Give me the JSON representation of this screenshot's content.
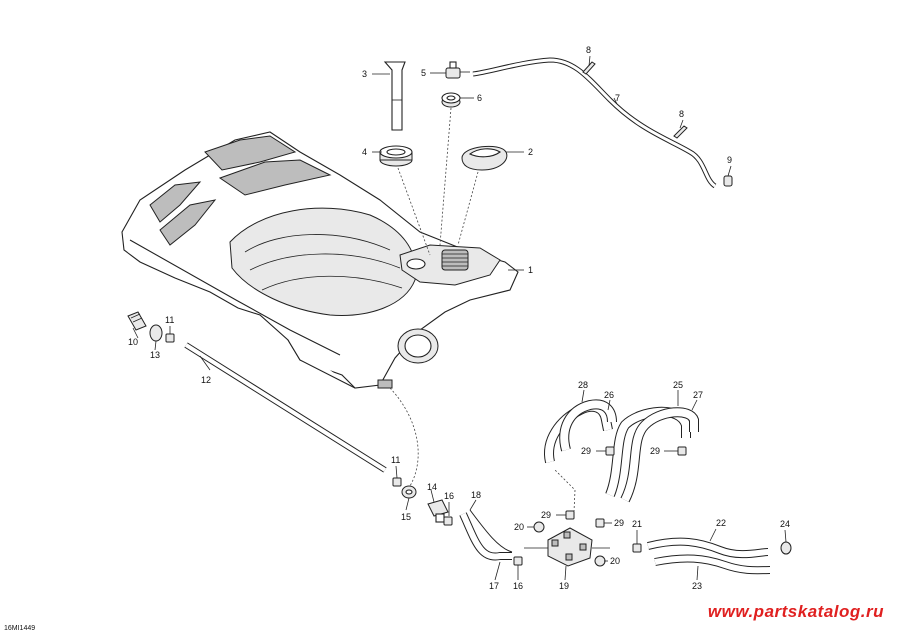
{
  "diagram": {
    "ref_code": "16MI1449",
    "watermark": "www.partskatalog.ru",
    "callouts": [
      {
        "id": "c1",
        "label": "1"
      },
      {
        "id": "c2",
        "label": "2"
      },
      {
        "id": "c3",
        "label": "3"
      },
      {
        "id": "c4",
        "label": "4"
      },
      {
        "id": "c5",
        "label": "5"
      },
      {
        "id": "c6",
        "label": "6"
      },
      {
        "id": "c7",
        "label": "7"
      },
      {
        "id": "c8a",
        "label": "8"
      },
      {
        "id": "c8b",
        "label": "8"
      },
      {
        "id": "c9",
        "label": "9"
      },
      {
        "id": "c10",
        "label": "10"
      },
      {
        "id": "c11a",
        "label": "11"
      },
      {
        "id": "c11b",
        "label": "11"
      },
      {
        "id": "c12",
        "label": "12"
      },
      {
        "id": "c13",
        "label": "13"
      },
      {
        "id": "c14",
        "label": "14"
      },
      {
        "id": "c15",
        "label": "15"
      },
      {
        "id": "c16a",
        "label": "16"
      },
      {
        "id": "c16b",
        "label": "16"
      },
      {
        "id": "c17",
        "label": "17"
      },
      {
        "id": "c18",
        "label": "18"
      },
      {
        "id": "c19",
        "label": "19"
      },
      {
        "id": "c20a",
        "label": "20"
      },
      {
        "id": "c20b",
        "label": "20"
      },
      {
        "id": "c21",
        "label": "21"
      },
      {
        "id": "c22",
        "label": "22"
      },
      {
        "id": "c23",
        "label": "23"
      },
      {
        "id": "c24",
        "label": "24"
      },
      {
        "id": "c25",
        "label": "25"
      },
      {
        "id": "c26",
        "label": "26"
      },
      {
        "id": "c27",
        "label": "27"
      },
      {
        "id": "c28",
        "label": "28"
      },
      {
        "id": "c29a",
        "label": "29"
      },
      {
        "id": "c29b",
        "label": "29"
      },
      {
        "id": "c29c",
        "label": "29"
      },
      {
        "id": "c29d",
        "label": "29"
      },
      {
        "id": "c29e",
        "label": "29"
      }
    ]
  }
}
